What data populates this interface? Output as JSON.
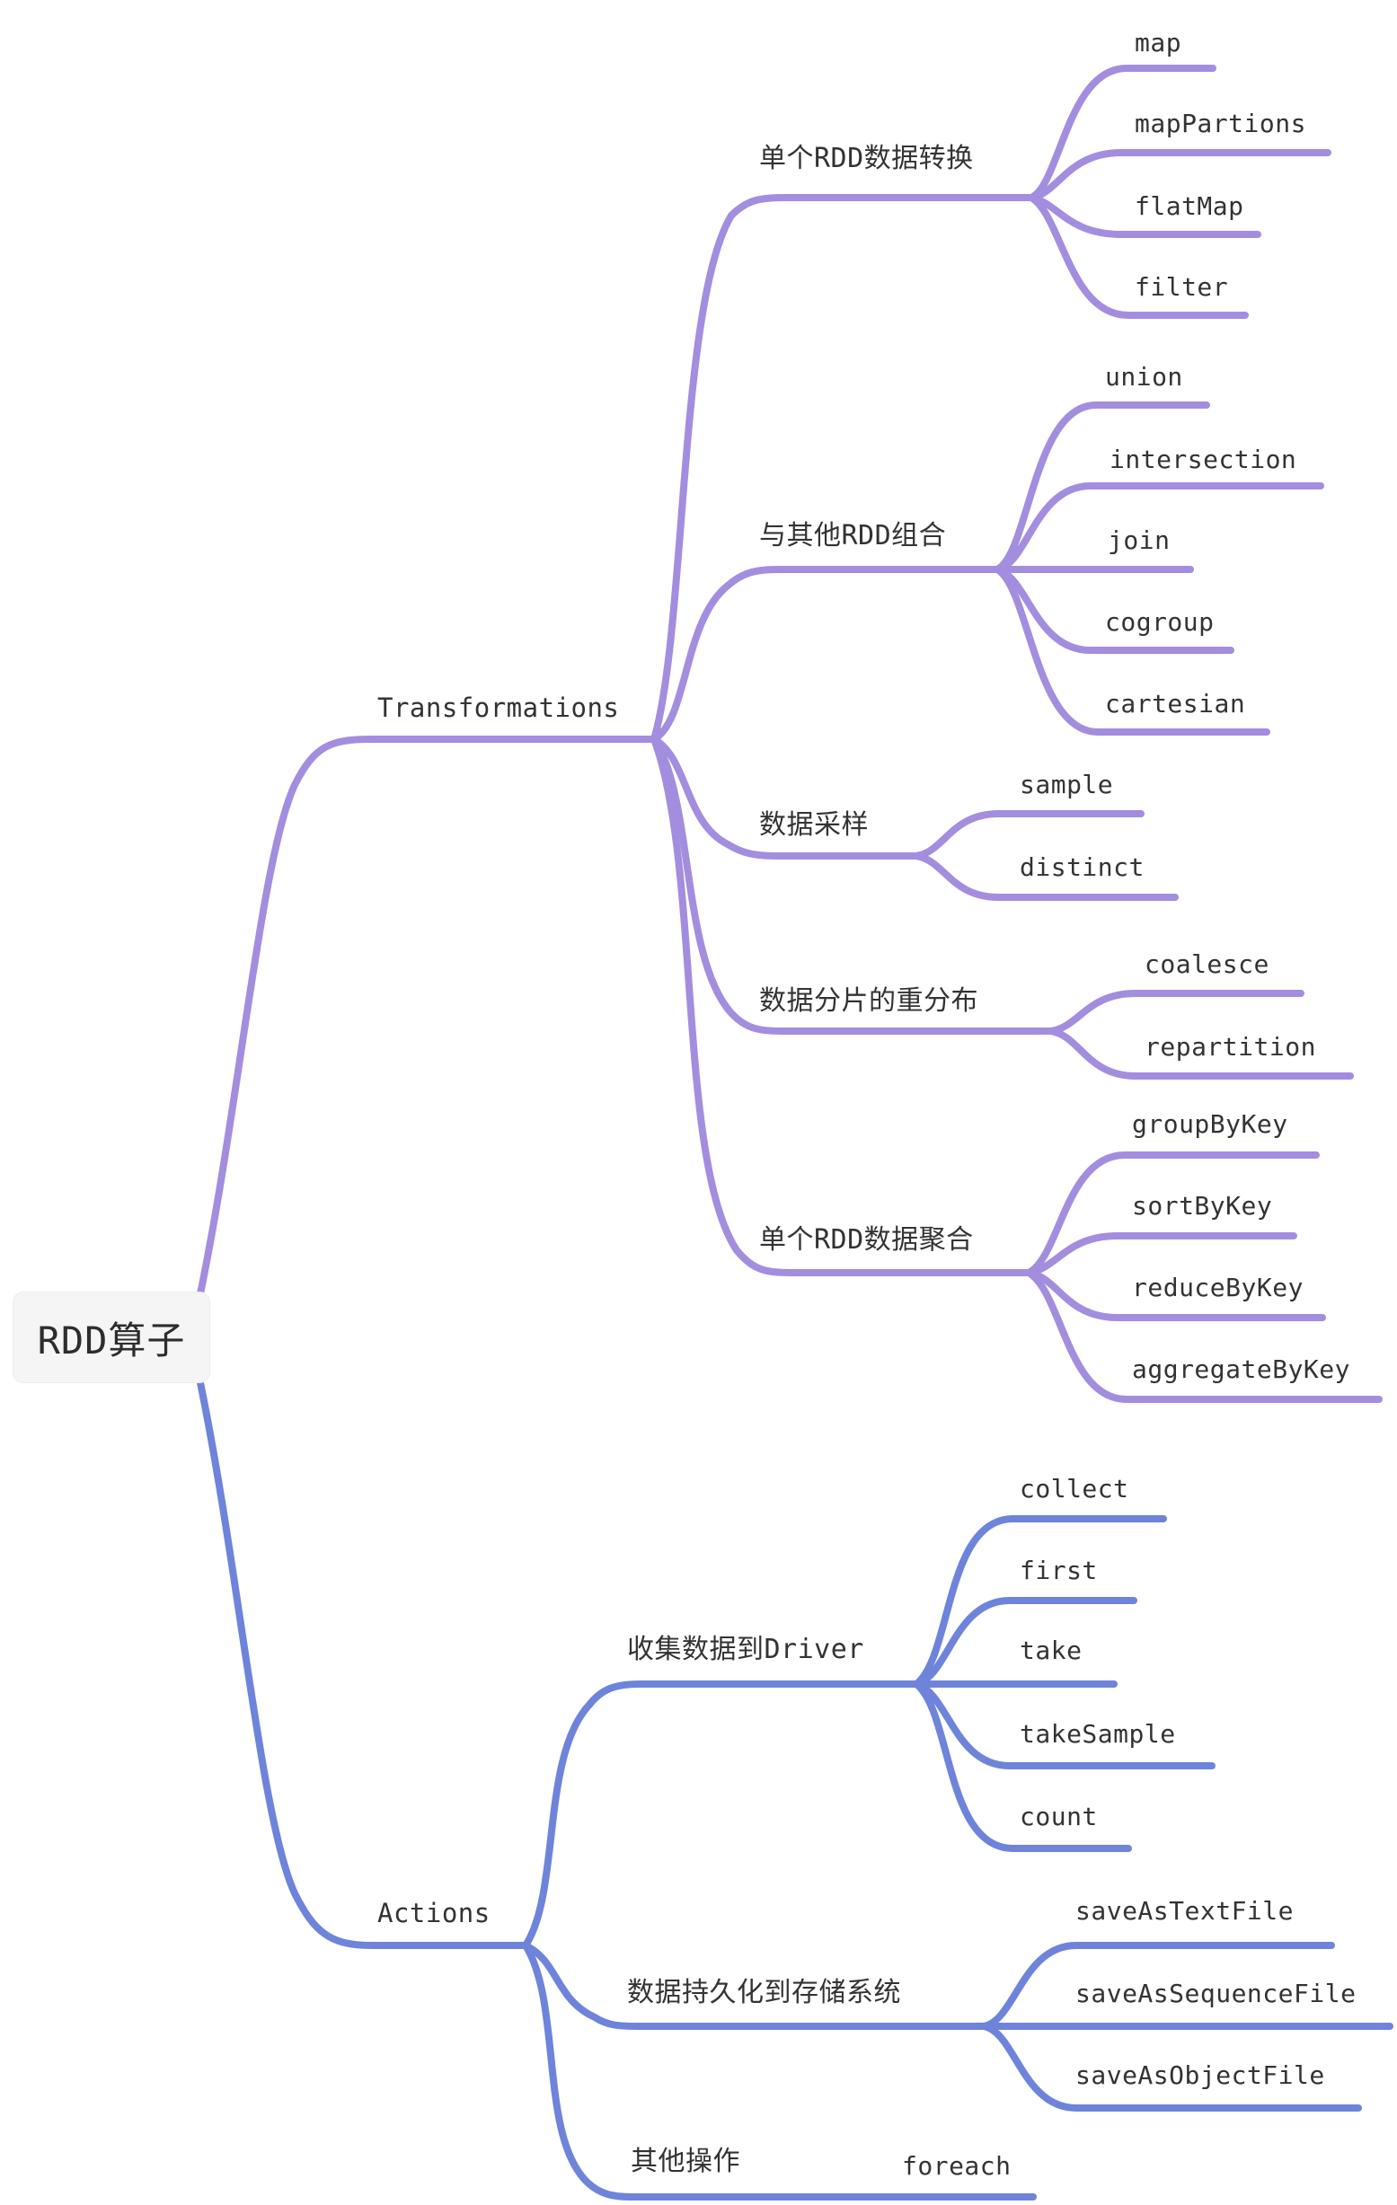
{
  "root": {
    "label": "RDD算子"
  },
  "colors": {
    "transformations_branch": "#a38ddf",
    "actions_branch": "#6e84da",
    "text": "#333333",
    "root_fill": "#f5f5f6",
    "background": "#ffffff"
  },
  "branches": [
    {
      "label": "Transformations",
      "color": "#a38ddf",
      "groups": [
        {
          "label": "单个RDD数据转换",
          "children": [
            "map",
            "mapPartions",
            "flatMap",
            "filter"
          ]
        },
        {
          "label": "与其他RDD组合",
          "children": [
            "union",
            "intersection",
            "join",
            "cogroup",
            "cartesian"
          ]
        },
        {
          "label": "数据采样",
          "children": [
            "sample",
            "distinct"
          ]
        },
        {
          "label": "数据分片的重分布",
          "children": [
            "coalesce",
            "repartition"
          ]
        },
        {
          "label": "单个RDD数据聚合",
          "children": [
            "groupByKey",
            "sortByKey",
            "reduceByKey",
            "aggregateByKey"
          ]
        }
      ]
    },
    {
      "label": "Actions",
      "color": "#6e84da",
      "groups": [
        {
          "label": "收集数据到Driver",
          "children": [
            "collect",
            "first",
            "take",
            "takeSample",
            "count"
          ]
        },
        {
          "label": "数据持久化到存储系统",
          "children": [
            "saveAsTextFile",
            "saveAsSequenceFile",
            "saveAsObjectFile"
          ]
        },
        {
          "label": "其他操作",
          "children": [
            "foreach"
          ]
        }
      ]
    }
  ]
}
